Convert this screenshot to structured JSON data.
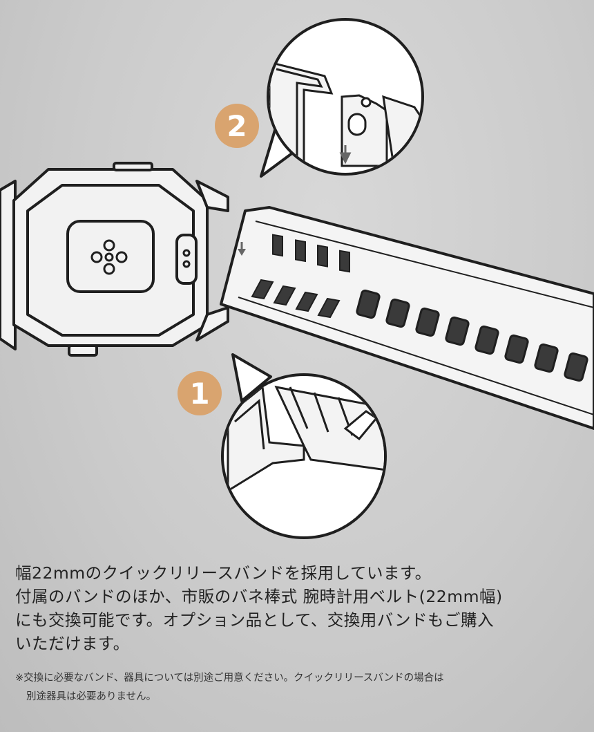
{
  "steps": {
    "step1": "1",
    "step2": "2"
  },
  "description": {
    "line1": "幅22mmのクイックリリースバンドを採用しています。",
    "line2": "付属のバンドのほか、市販のバネ棒式 腕時計用ベルト(22mm幅)",
    "line3": "にも交換可能です。オプション品として、交換用バンドもご購入",
    "line4": "いただけます。"
  },
  "note": {
    "line1": "※交換に必要なバンド、器具については別途ご用意ください。クイックリリースバンドの場合は",
    "line2": "別途器具は必要ありません。"
  },
  "colors": {
    "background": "#c9c9c9",
    "badge": "#d9a46f",
    "text": "#222222"
  }
}
